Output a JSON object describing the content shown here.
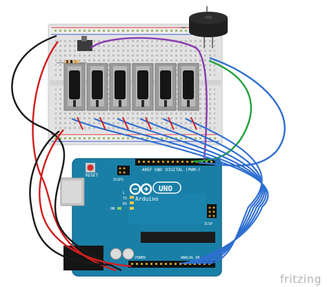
{
  "board": {
    "model": "UNO",
    "brand": "Arduino",
    "labels": {
      "reset": "RESET",
      "icsp": "ICSP2",
      "icsp_right": "ICSP",
      "tx": "TX",
      "rx": "RX",
      "l": "L",
      "on": "ON",
      "digital": "DIGITAL (PWM~)",
      "aref": "AREF",
      "gnd": "GND",
      "analog": "ANALOG IN",
      "power": "POWER"
    }
  },
  "watermark": "fritzing",
  "colors": {
    "board": "#1a7fa6",
    "breadboard": "#e2e2e2",
    "wire_blue": "#2f6fd1",
    "wire_red": "#d11f1f",
    "wire_black": "#1a1a1a",
    "wire_green": "#23a23b",
    "wire_purple": "#8a3fb0"
  },
  "components": [
    "breadboard",
    "piezo-buzzer",
    "slide-potentiometer",
    "arduino-uno",
    "slide-switch",
    "resistor"
  ],
  "pot_count": 6
}
